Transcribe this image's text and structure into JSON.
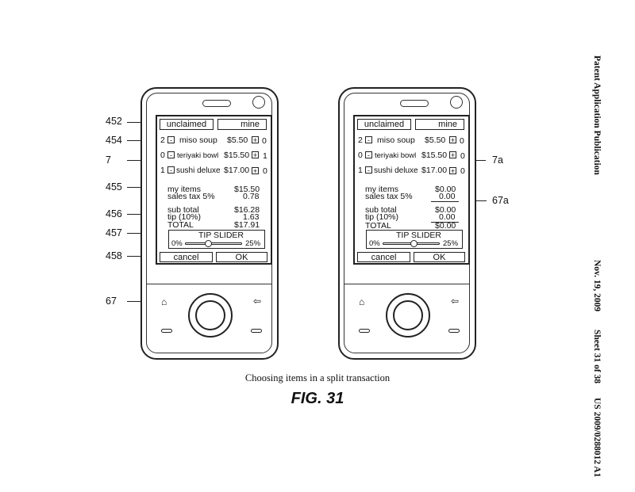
{
  "sidebar": {
    "publication": "Patent Application Publication",
    "date": "Nov. 19, 2009",
    "sheet": "Sheet 31 of 38",
    "number": "US 2009/0288012 A1"
  },
  "caption": "Choosing items in a split transaction",
  "fig_label": "FIG. 31",
  "ref_labels": {
    "r452": "452",
    "r454": "454",
    "r7": "7",
    "r455": "455",
    "r456": "456",
    "r457": "457",
    "r458": "458",
    "r67": "67",
    "r7a": "7a",
    "r67a": "67a"
  },
  "left_phone": {
    "tab_unclaimed": "unclaimed",
    "tab_mine": "mine",
    "items": [
      {
        "qty": "2",
        "minus": "-",
        "name": "miso soup",
        "price": "$5.50",
        "plus": "+",
        "count": "0"
      },
      {
        "qty": "0",
        "minus": "-",
        "name": "teriyaki bowl",
        "price": "$15.50",
        "plus": "+",
        "count": "1"
      },
      {
        "qty": "1",
        "minus": "-",
        "name": "sushi deluxe",
        "price": "$17.00",
        "plus": "+",
        "count": "0"
      }
    ],
    "my_items_label": "my items",
    "my_items_value": "$15.50",
    "sales_tax_label": "sales tax 5%",
    "sales_tax_value": "0.78",
    "sub_total_label": "sub total",
    "sub_total_value": "$16.28",
    "tip_label": "tip (10%)",
    "tip_value": "1.63",
    "total_label": "TOTAL",
    "total_value": "$17.91",
    "slider_title": "TIP SLIDER",
    "slider_min": "0%",
    "slider_max": "25%",
    "slider_fraction": 0.4,
    "cancel": "cancel",
    "ok": "OK"
  },
  "right_phone": {
    "tab_unclaimed": "unclaimed",
    "tab_mine": "mine",
    "items": [
      {
        "qty": "2",
        "minus": "-",
        "name": "miso soup",
        "price": "$5.50",
        "plus": "+",
        "count": "0"
      },
      {
        "qty": "0",
        "minus": "-",
        "name": "teriyaki bowl",
        "price": "$15.50",
        "plus": "+",
        "count": "0"
      },
      {
        "qty": "1",
        "minus": "-",
        "name": "sushi deluxe",
        "price": "$17.00",
        "plus": "+",
        "count": "0"
      }
    ],
    "my_items_label": "my items",
    "my_items_value": "$0.00",
    "sales_tax_label": "sales tax 5%",
    "sales_tax_value": "0.00",
    "sub_total_label": "sub total",
    "sub_total_value": "$0.00",
    "tip_label": "tip (10%)",
    "tip_value": "0.00",
    "total_label": "TOTAL",
    "total_value": "$0.00",
    "slider_title": "TIP SLIDER",
    "slider_min": "0%",
    "slider_max": "25%",
    "slider_fraction": 0.55,
    "cancel": "cancel",
    "ok": "OK"
  }
}
